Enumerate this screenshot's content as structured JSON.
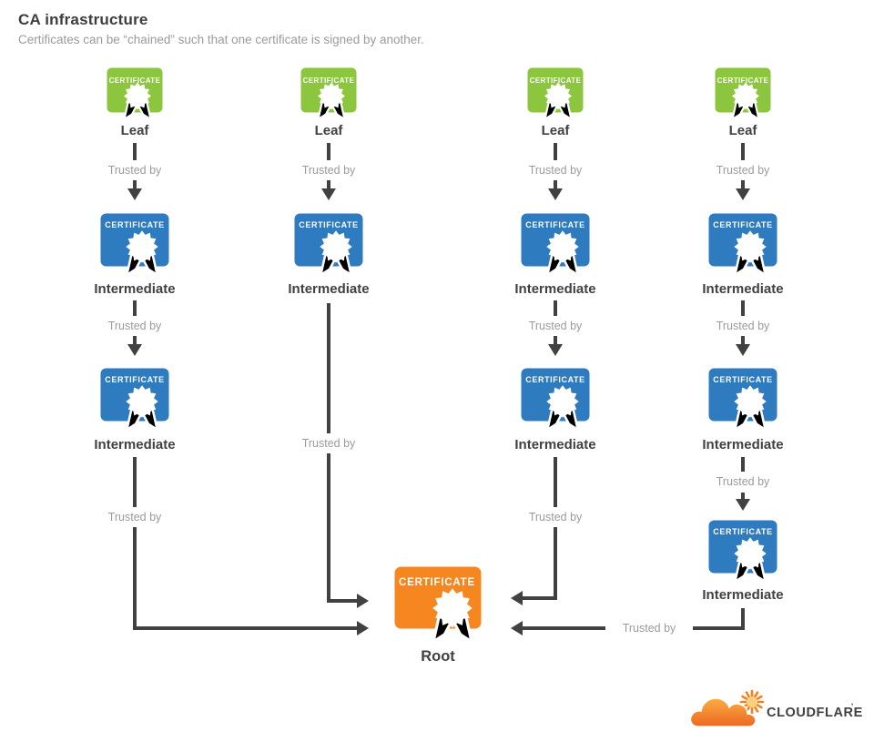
{
  "header": {
    "title": "CA infrastructure",
    "subtitle": "Certificates can be “chained” such that one certificate is signed by another."
  },
  "labels": {
    "certificate": "CERTIFICATE",
    "trusted_by": "Trusted by"
  },
  "diagram": {
    "columns": [
      {
        "chain": [
          "Leaf",
          "Intermediate",
          "Intermediate"
        ]
      },
      {
        "chain": [
          "Leaf",
          "Intermediate"
        ]
      },
      {
        "chain": [
          "Leaf",
          "Intermediate",
          "Intermediate"
        ]
      },
      {
        "chain": [
          "Leaf",
          "Intermediate",
          "Intermediate",
          "Intermediate"
        ]
      }
    ],
    "root": "Root"
  },
  "colors": {
    "leaf_green": "#8cc63e",
    "intermediate_blue": "#2e7bbf",
    "root_orange": "#f6861f",
    "connector_gray": "#414042",
    "label_dark": "#414042",
    "muted_gray": "#9b9b9b",
    "logo_orange": "#f48120"
  },
  "logo": {
    "brand": "CLOUDFLARE",
    "mark": "'"
  }
}
